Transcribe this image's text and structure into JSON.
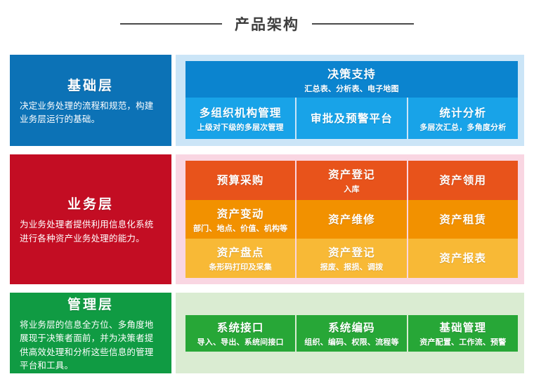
{
  "header": {
    "title": "产品架构"
  },
  "layers": [
    {
      "id": "foundation",
      "panel_title": "基础层",
      "panel_desc": "决定业务处理的流程和规范，构建业务层运行的基础。",
      "panel_color": "#0c72b6",
      "container_color": "#cbe5f7",
      "banner": {
        "title": "决策支持",
        "sub": "汇总表、分析表、电子地图",
        "color": "#0b84cf"
      },
      "cells": [
        {
          "title": "多组织机构管理",
          "sub": "上级对下级的多层次管理"
        },
        {
          "title": "审批及预警平台",
          "sub": ""
        },
        {
          "title": "统计分析",
          "sub": "多层次汇总，多角度分析"
        }
      ]
    },
    {
      "id": "business",
      "panel_title": "业务层",
      "panel_desc": "为业务处理者提供利用信息化系统进行各种资产业务处理的能力。",
      "panel_color": "#c30d23",
      "container_color": "#f9d6e2",
      "bands": [
        {
          "color": "#e8531b",
          "cells": [
            {
              "title": "预算采购",
              "sub": ""
            },
            {
              "title": "资产登记",
              "sub": "入库"
            },
            {
              "title": "资产领用",
              "sub": ""
            }
          ]
        },
        {
          "color": "#f29100",
          "cells": [
            {
              "title": "资产变动",
              "sub": "部门、地点、价值、机构等"
            },
            {
              "title": "资产维修",
              "sub": ""
            },
            {
              "title": "资产租赁",
              "sub": ""
            }
          ]
        },
        {
          "color": "#f8b936",
          "cells": [
            {
              "title": "资产盘点",
              "sub": "条形码打印及采集"
            },
            {
              "title": "资产登记",
              "sub": "报废、报损、调拨"
            },
            {
              "title": "资产报表",
              "sub": ""
            }
          ]
        }
      ]
    },
    {
      "id": "management",
      "panel_title": "管理层",
      "panel_desc": "将业务层的信息全方位、多角度地展现于决策者面前，并为决策者提供高效处理和分析这些信息的管理平台和工具。",
      "panel_color": "#109b43",
      "container_color": "#daecd2",
      "cells": [
        {
          "title": "系统接口",
          "sub": "导入、导出、系统间接口"
        },
        {
          "title": "系统编码",
          "sub": "组织、编码、权限、流程等"
        },
        {
          "title": "基础管理",
          "sub": "资产配置、工作流、预警"
        }
      ]
    }
  ]
}
